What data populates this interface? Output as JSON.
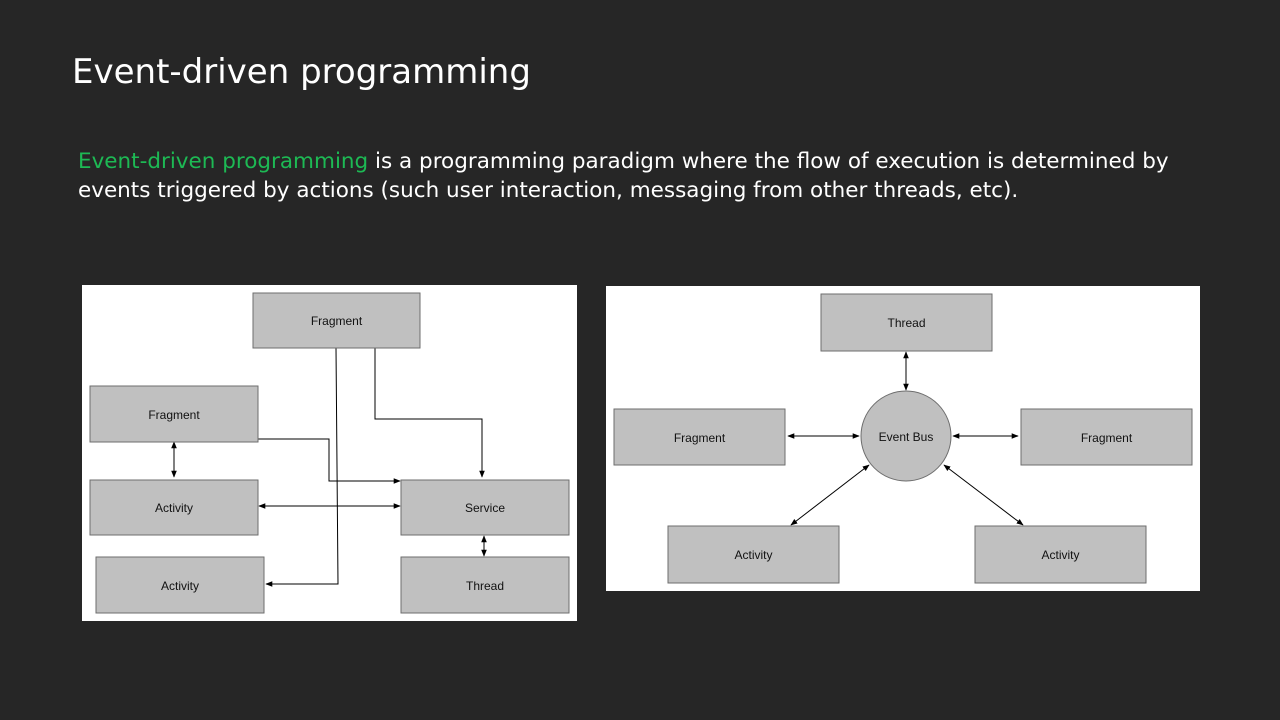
{
  "slide": {
    "title": "Event-driven programming",
    "intro_term": "Event-driven programming",
    "intro_rest": " is a programming paradigm where the flow of execution is determined by events triggered by actions (such user interaction, messaging from other threads, etc).",
    "term_color": "#1db954"
  },
  "left_diagram": {
    "fragment_top": "Fragment",
    "fragment_left": "Fragment",
    "activity_mid": "Activity",
    "activity_bottom": "Activity",
    "service": "Service",
    "thread": "Thread"
  },
  "right_diagram": {
    "thread": "Thread",
    "event_bus": "Event Bus",
    "fragment_left": "Fragment",
    "fragment_right": "Fragment",
    "activity_left": "Activity",
    "activity_right": "Activity"
  }
}
